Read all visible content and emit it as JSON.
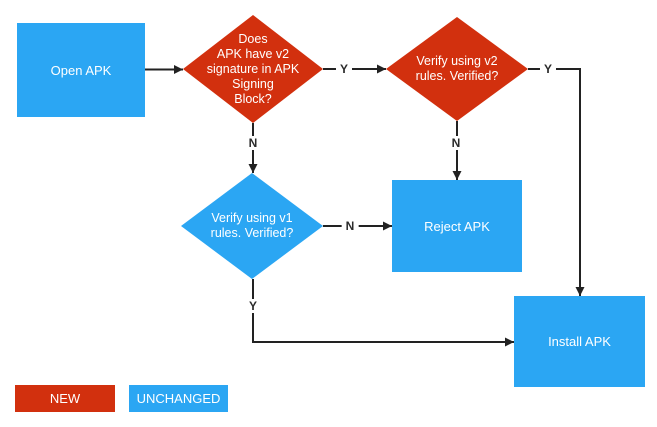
{
  "colors": {
    "new_red": "#d2300e",
    "unchanged_blue": "#2ba6f3",
    "line": "#222222",
    "edge_label_text": "#2b2b2b",
    "node_text": "#ffffff",
    "background": "#ffffff"
  },
  "nodes": {
    "open_apk": {
      "label": "Open APK",
      "type": "process",
      "status": "unchanged"
    },
    "v2_signature_check": {
      "lines": [
        "Does",
        "APK have v2",
        "signature in APK",
        "Signing",
        "Block?"
      ],
      "type": "decision",
      "status": "new"
    },
    "verify_v2": {
      "lines": [
        "Verify using v2",
        "rules. Verified?"
      ],
      "type": "decision",
      "status": "new"
    },
    "verify_v1": {
      "lines": [
        "Verify using v1",
        "rules. Verified?"
      ],
      "type": "decision",
      "status": "unchanged"
    },
    "reject_apk": {
      "label": "Reject APK",
      "type": "process",
      "status": "unchanged"
    },
    "install_apk": {
      "label": "Install APK",
      "type": "process",
      "status": "unchanged"
    }
  },
  "edge_labels": {
    "v2check_to_verifyv2": "Y",
    "verifyv2_to_install": "Y",
    "v2check_to_verifyv1": "N",
    "verifyv2_to_reject": "N",
    "verifyv1_to_reject": "N",
    "verifyv1_to_install": "Y"
  },
  "legend": {
    "new_label": "NEW",
    "unchanged_label": "UNCHANGED"
  }
}
